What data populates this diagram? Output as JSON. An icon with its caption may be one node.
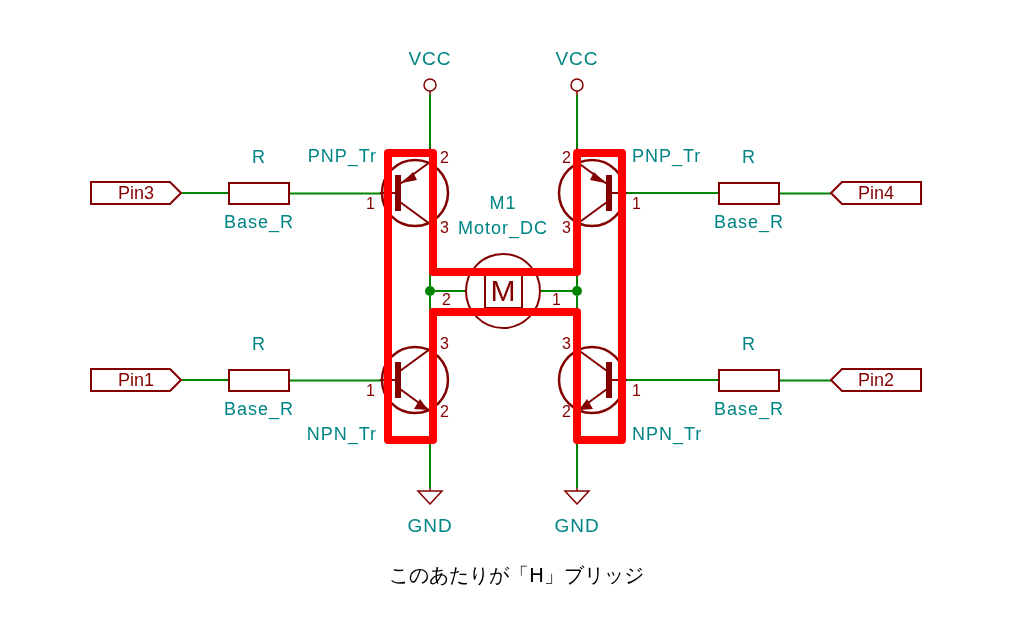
{
  "diagram": {
    "caption": "このあたりが「H」ブリッジ",
    "nodes": [
      {
        "text": [
          "VCC"
        ]
      },
      {
        "text": [
          "VCC"
        ]
      },
      {
        "text": [
          "Pin3"
        ]
      },
      {
        "text": [],
        "shape": "box",
        "beside": [
          "R",
          "Base_R"
        ]
      },
      {
        "text": [],
        "shape": "circle",
        "beside": [
          "PNP_Tr"
        ]
      },
      {
        "text": [],
        "shape": "circle",
        "beside": [
          "PNP_Tr"
        ]
      },
      {
        "text": [],
        "shape": "box",
        "beside": [
          "R",
          "Base_R"
        ]
      },
      {
        "text": [
          "Pin4"
        ]
      },
      {
        "text": [
          "M"
        ],
        "beside": [
          "M1",
          "Motor_DC"
        ]
      },
      {
        "text": [
          "Pin1"
        ]
      },
      {
        "text": [],
        "shape": "box",
        "beside": [
          "R",
          "Base_R"
        ]
      },
      {
        "text": [],
        "shape": "circle",
        "beside": [
          "NPN_Tr"
        ]
      },
      {
        "text": [],
        "shape": "circle",
        "beside": [
          "NPN_Tr"
        ]
      },
      {
        "text": [],
        "shape": "box",
        "beside": [
          "R",
          "Base_R"
        ]
      },
      {
        "text": [
          "Pin2"
        ]
      },
      {
        "text": [
          "GND"
        ]
      },
      {
        "text": [
          "GND"
        ]
      },
      {
        "text": [],
        "shape": "circle"
      },
      {
        "text": [],
        "shape": "circle"
      }
    ],
    "edges": [
      {
        "from": 0,
        "to": 4,
        "arrow": "none"
      },
      {
        "from": 1,
        "to": 5,
        "arrow": "none"
      },
      {
        "from": 2,
        "to": 3,
        "arrow": "none"
      },
      {
        "from": 3,
        "to": 4,
        "arrow": "none"
      },
      {
        "from": 5,
        "to": 6,
        "arrow": "none"
      },
      {
        "from": 6,
        "to": 7,
        "arrow": "none"
      },
      {
        "from": 4,
        "to": 17,
        "arrow": "none"
      },
      {
        "from": 17,
        "to": 11,
        "arrow": "none"
      },
      {
        "from": 17,
        "to": 8,
        "arrow": "none"
      },
      {
        "from": 8,
        "to": 18,
        "arrow": "none"
      },
      {
        "from": 5,
        "to": 18,
        "arrow": "none"
      },
      {
        "from": 18,
        "to": 12,
        "arrow": "none"
      },
      {
        "from": 9,
        "to": 10,
        "arrow": "none"
      },
      {
        "from": 10,
        "to": 11,
        "arrow": "none"
      },
      {
        "from": 12,
        "to": 13,
        "arrow": "none"
      },
      {
        "from": 13,
        "to": 14,
        "arrow": "none"
      },
      {
        "from": 11,
        "to": 15,
        "arrow": "none"
      },
      {
        "from": 12,
        "to": 16,
        "arrow": "none"
      }
    ],
    "labels": [
      "2",
      "1",
      "3",
      "2",
      "1",
      "3",
      "2",
      "1",
      "3",
      "1",
      "2",
      "3",
      "1",
      "2"
    ]
  }
}
